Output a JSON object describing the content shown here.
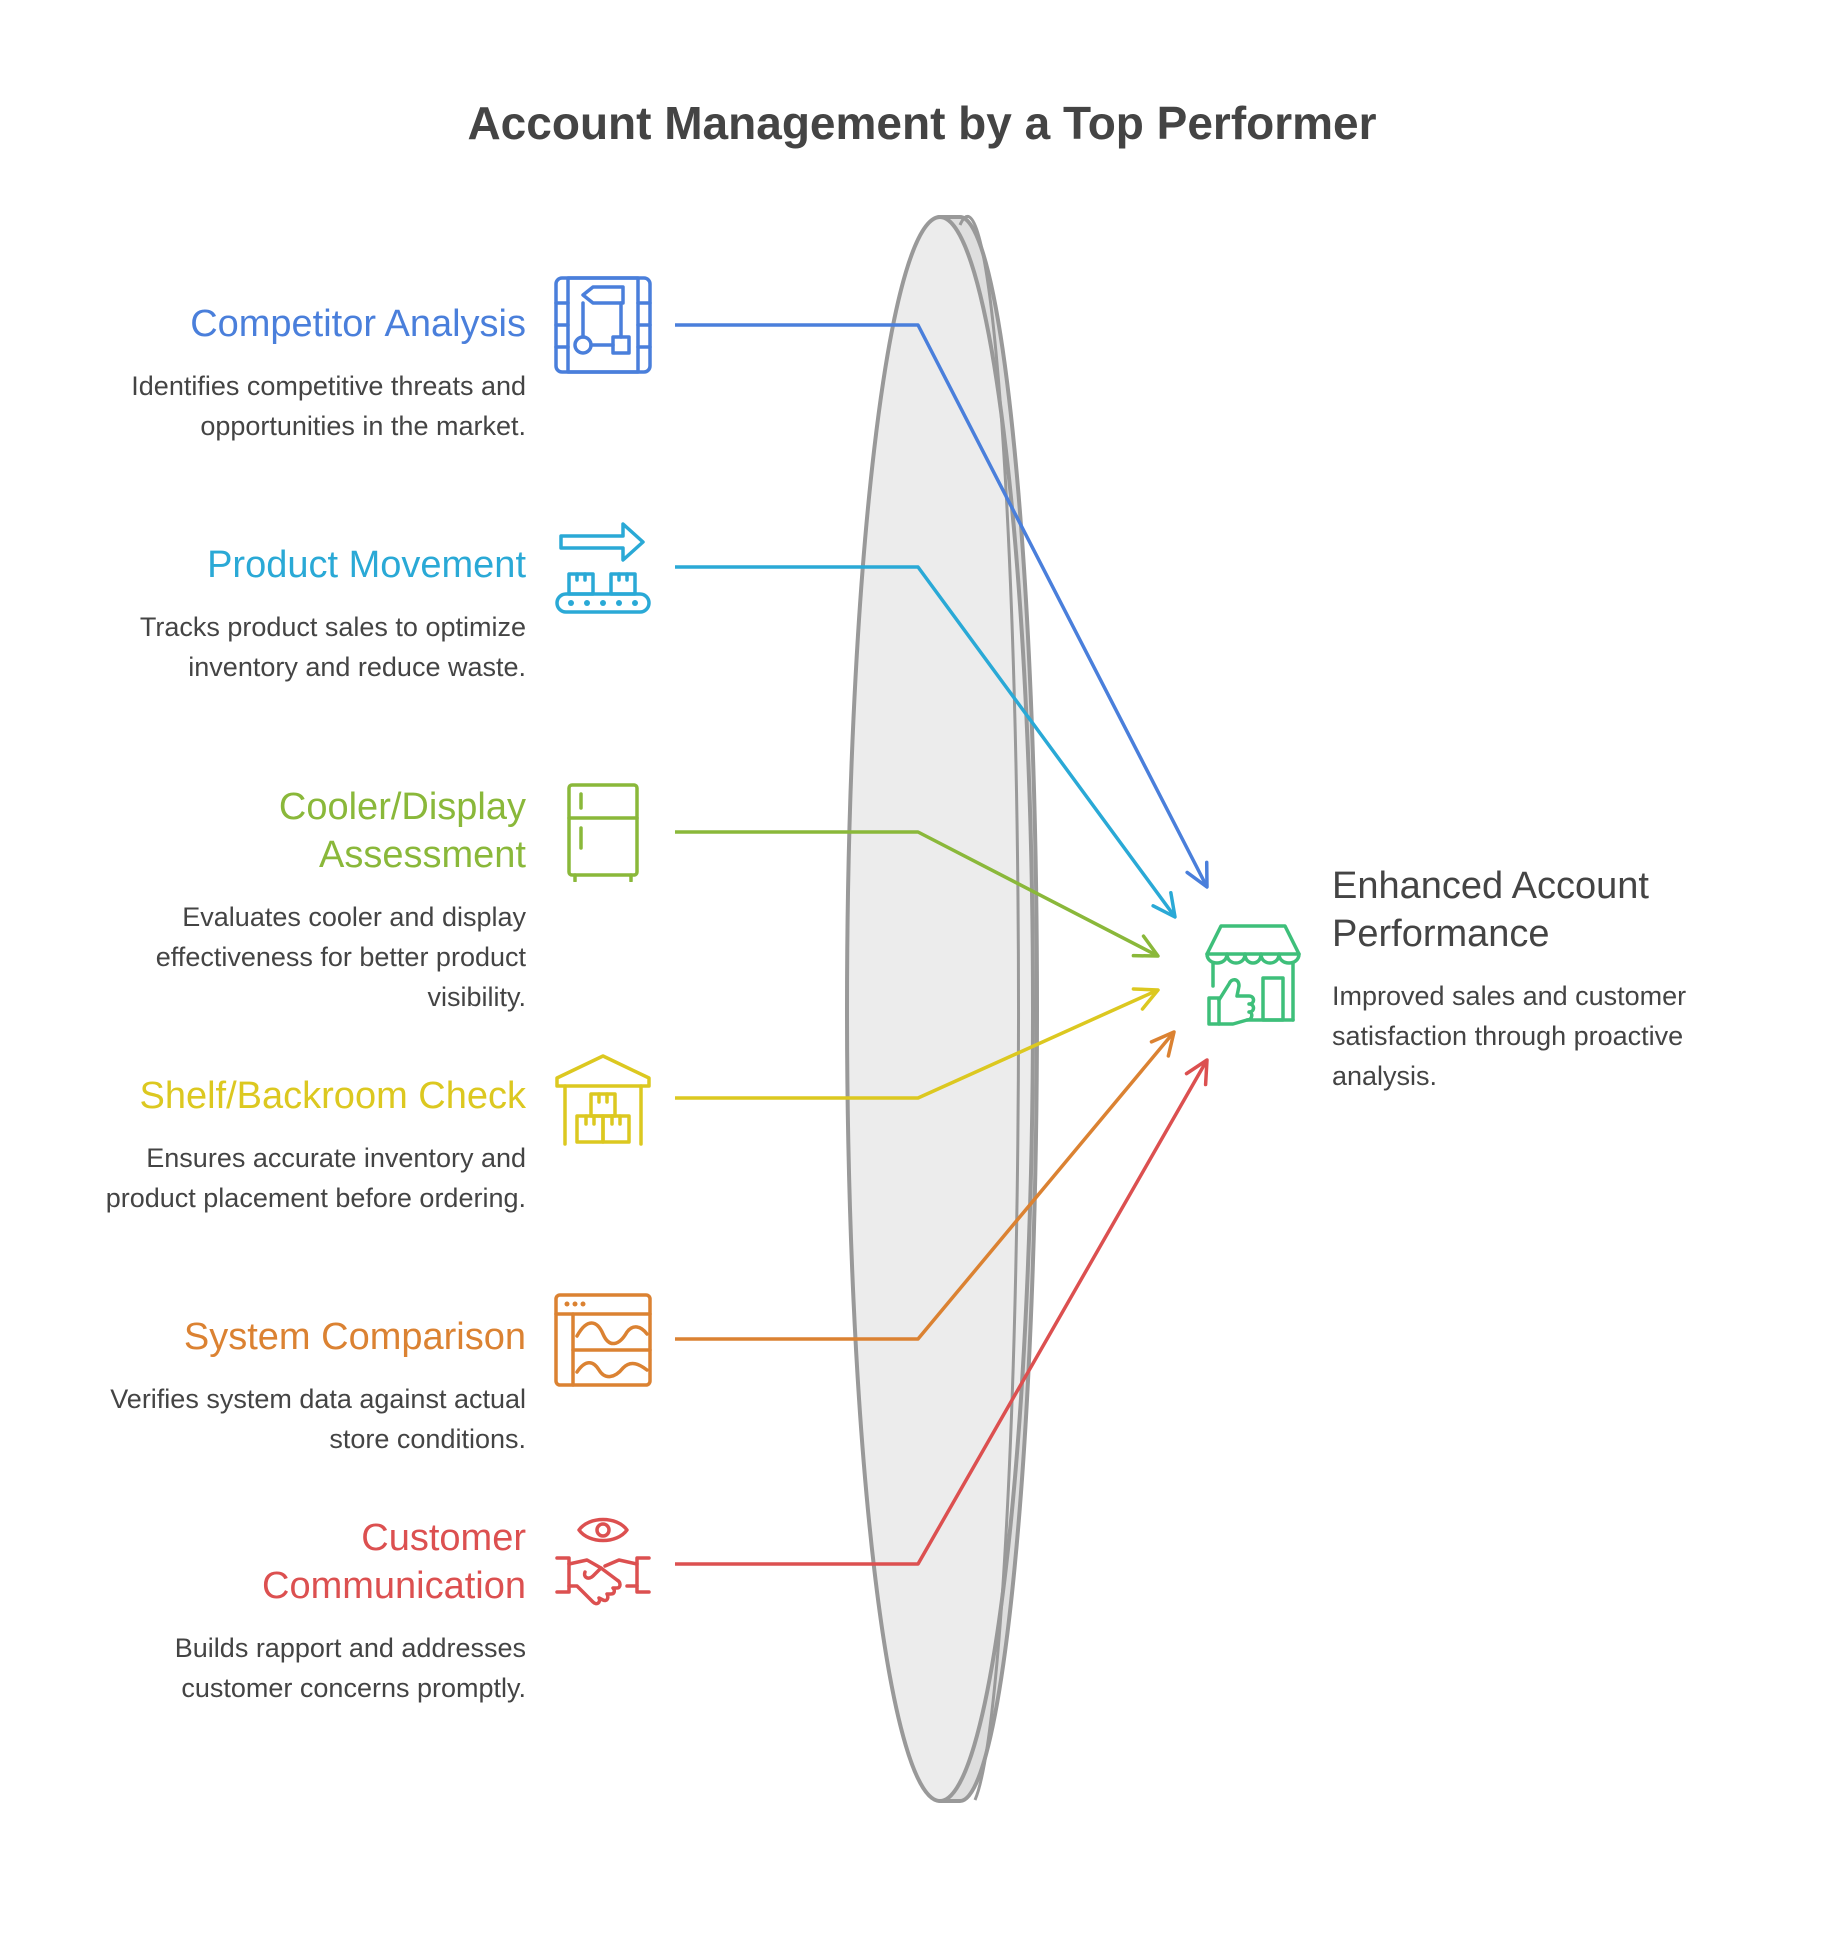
{
  "title": "Account Management by a Top Performer",
  "colors": {
    "competitor": "#4A7FDB",
    "product": "#2AA9D6",
    "cooler": "#8AB83A",
    "shelf": "#DCC820",
    "system": "#DB8232",
    "customer": "#DC5050",
    "outcome": "#3EBF7A",
    "lens_fill": "#ECECEC",
    "lens_stroke": "#999999"
  },
  "items": [
    {
      "id": "competitor",
      "title": "Competitor Analysis",
      "desc": "Identifies competitive threats and opportunities in the market.",
      "icon": "flowchart-icon"
    },
    {
      "id": "product",
      "title": "Product Movement",
      "desc": "Tracks product sales to optimize inventory and reduce waste.",
      "icon": "conveyor-belt-icon"
    },
    {
      "id": "cooler",
      "title": "Cooler/Display Assessment",
      "desc": "Evaluates cooler and display effectiveness for better product visibility.",
      "icon": "refrigerator-icon"
    },
    {
      "id": "shelf",
      "title": "Shelf/Backroom Check",
      "desc": "Ensures accurate inventory and product placement before ordering.",
      "icon": "warehouse-boxes-icon"
    },
    {
      "id": "system",
      "title": "System Comparison",
      "desc": "Verifies system data against actual store conditions.",
      "icon": "data-window-icon"
    },
    {
      "id": "customer",
      "title": "Customer Communication",
      "desc": "Builds rapport and addresses customer concerns promptly.",
      "icon": "handshake-eye-icon"
    }
  ],
  "outcome": {
    "title": "Enhanced Account Performance",
    "desc": "Improved sales and customer satisfaction through proactive analysis.",
    "icon": "store-thumbs-up-icon"
  }
}
